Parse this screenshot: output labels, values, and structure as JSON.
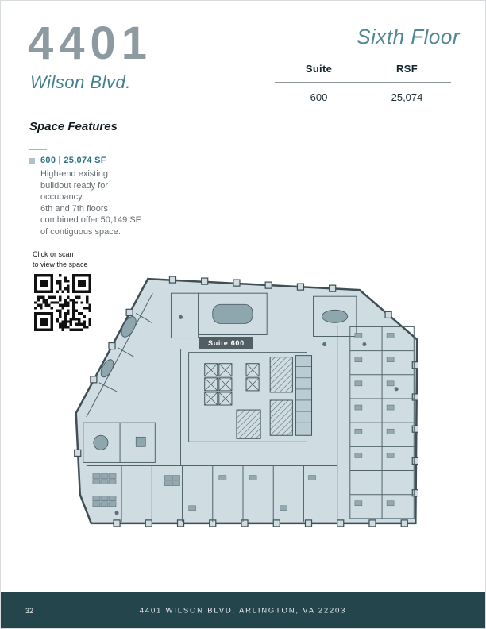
{
  "header": {
    "building_number": "4401",
    "street_name": "Wilson Blvd.",
    "floor_title": "Sixth Floor"
  },
  "suite_table": {
    "col_suite": "Suite",
    "col_rsf": "RSF",
    "row": {
      "suite": "600",
      "rsf": "25,074"
    }
  },
  "features": {
    "heading": "Space Features",
    "item_label": "600 | 25,074 SF",
    "item_description": "High-end existing\nbuildout ready for\noccupancy.\n6th and 7th floors\ncombined offer 50,149 SF\nof contiguous space."
  },
  "qr_section": {
    "caption": "Click or scan\nto view the space"
  },
  "floor_plan": {
    "suite_label": "Suite 600"
  },
  "footer": {
    "page_number": "32",
    "address": "4401 WILSON BLVD. ARLINGTON, VA 22203"
  },
  "colors": {
    "accent_teal": "#42808f",
    "building_number_gray": "#8d9aa0",
    "listing_teal": "#2c7386",
    "footer_bg": "#25454d",
    "plan_fill": "#cfdde2",
    "plan_line": "#3f4f55"
  }
}
